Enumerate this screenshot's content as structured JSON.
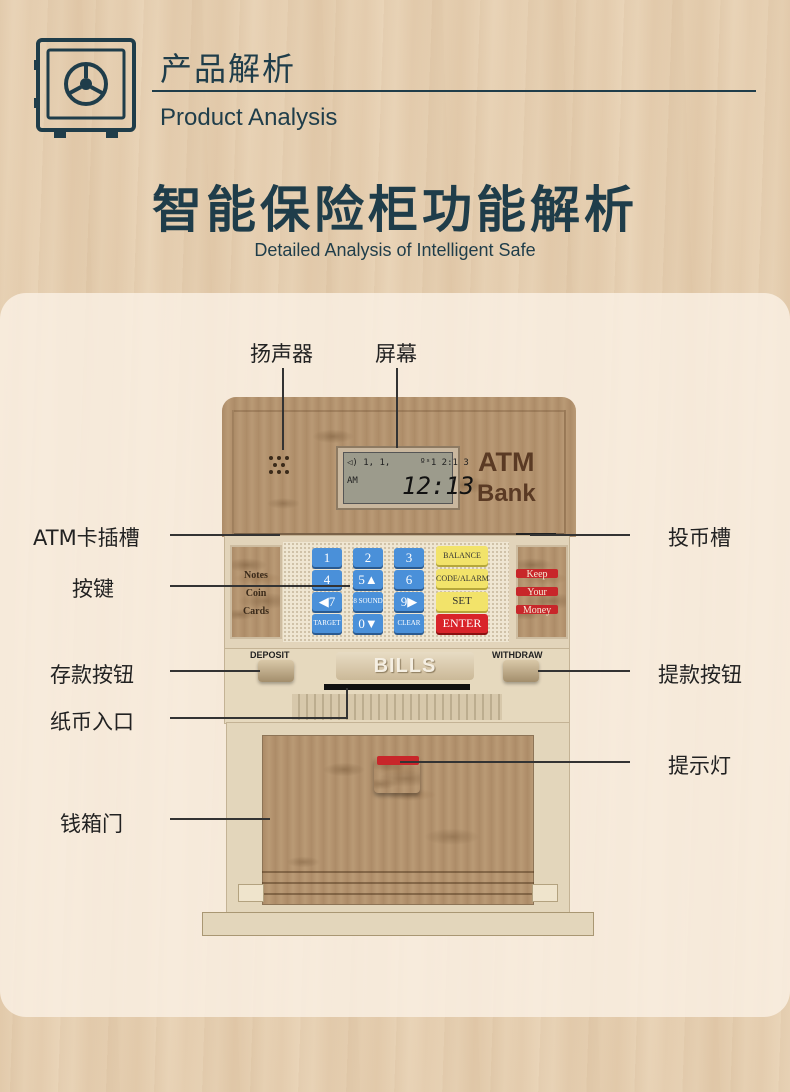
{
  "header": {
    "title_cn": "产品解析",
    "title_en": "Product Analysis",
    "logo_icon": "safe-icon"
  },
  "main": {
    "title_cn": "智能保险柜功能解析",
    "title_en": "Detailed Analysis of Intelligent Safe"
  },
  "callouts": {
    "speaker": "扬声器",
    "screen": "屏幕",
    "card_slot": "ATM卡插槽",
    "coin_slot": "投币槽",
    "keys": "按键",
    "deposit_button": "存款按钮",
    "withdraw_button": "提款按钮",
    "bill_slot": "纸币入口",
    "indicator_light": "提示灯",
    "cash_door": "钱箱门"
  },
  "device": {
    "lcd": {
      "small_left": "◁) 1, 1,",
      "am": "AM",
      "small_right": "ºˢ1 2:1 3",
      "time": "12:13"
    },
    "brand_line1": "ATM",
    "brand_line2": "Bank",
    "left_panel": [
      "Notes",
      "Coin",
      "Cards"
    ],
    "right_panel": [
      "Keep",
      "Your",
      "Money"
    ],
    "keys": {
      "k1": "1",
      "k2": "2",
      "k3": "3",
      "k4": "4",
      "k5": "5▲",
      "k6": "6",
      "k7": "◀7",
      "k8": "8 SOUND",
      "k9": "9▶",
      "target": "TARGET",
      "k0": "0▼",
      "clear": "CLEAR",
      "balance": "BALANCE",
      "code": "CODE/ALARM",
      "set": "SET",
      "enter": "ENTER"
    },
    "deposit_label": "DEPOSIT",
    "withdraw_label": "WITHDRAW",
    "bills_label": "BILLS"
  },
  "colors": {
    "accent": "#1f3d4a",
    "key_blue": "#4a90d9",
    "key_yellow": "#f2e36a",
    "key_red": "#d9242a",
    "indicator_red": "#c8262a"
  }
}
